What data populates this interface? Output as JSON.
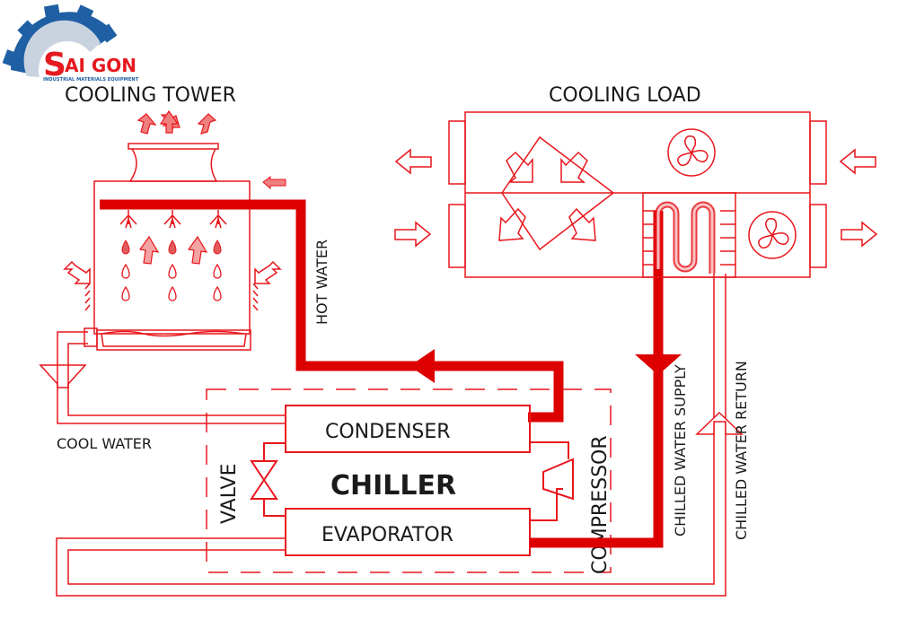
{
  "logo": {
    "brand_big": "S",
    "brand_rest": "AI GON",
    "tagline": "INDUSTRIAL MATERIALS EQUIPMENT",
    "gear_color": "#1f5fa3",
    "text_color": "#e5191f"
  },
  "labels": {
    "cooling_tower": "COOLING TOWER",
    "cooling_load": "COOLING LOAD",
    "hot_water": "HOT WATER",
    "cool_water": "COOL WATER",
    "condenser": "CONDENSER",
    "chiller": "CHILLER",
    "evaporator": "EVAPORATOR",
    "valve": "VALVE",
    "compressor": "COMPRESSOR",
    "chilled_water_supply": "CHILLED WATER SUPPLY",
    "chilled_water_return": "CHILLED WATER RETURN"
  },
  "colors": {
    "pipe": "#dc0000",
    "line": "#e8161c",
    "text": "#1a1a1a"
  }
}
